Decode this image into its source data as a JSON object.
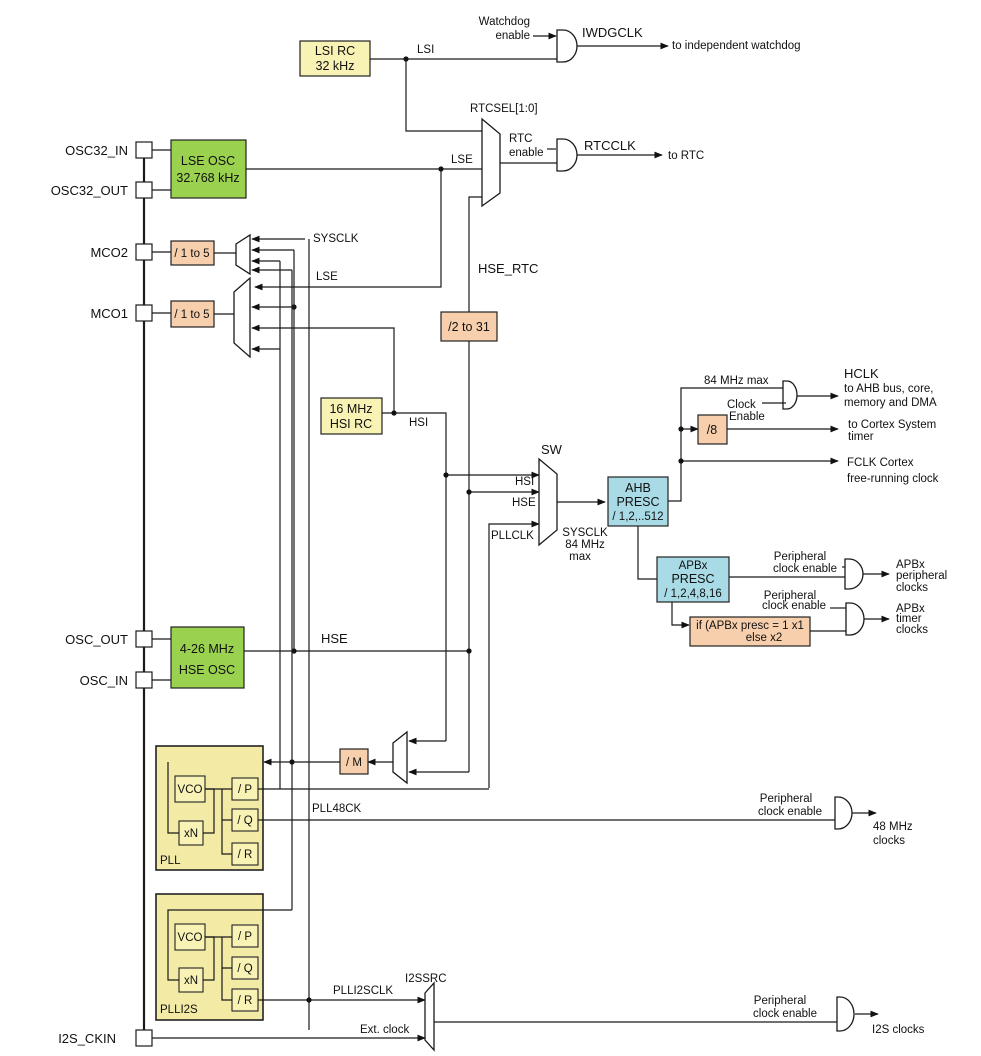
{
  "pins": {
    "osc32_in": "OSC32_IN",
    "osc32_out": "OSC32_OUT",
    "mco2": "MCO2",
    "mco1": "MCO1",
    "osc_out": "OSC_OUT",
    "osc_in": "OSC_IN",
    "i2s_ckin": "I2S_CKIN"
  },
  "blocks": {
    "lsi_rc": [
      "LSI RC",
      "32 kHz"
    ],
    "lse_osc": [
      "LSE OSC",
      "32.768 kHz"
    ],
    "hsi_rc": [
      "16 MHz",
      "HSI RC"
    ],
    "hse_osc": [
      "4-26 MHz",
      "HSE OSC"
    ],
    "mco2_div": "/ 1 to 5",
    "mco1_div": "/ 1 to 5",
    "rtc_div": "/2 to 31",
    "pllm_div": "/ M",
    "ahb_presc": [
      "AHB",
      "PRESC",
      "/ 1,2,..512"
    ],
    "apb_presc": [
      "APBx",
      "PRESC",
      "/ 1,2,4,8,16"
    ],
    "div8": "/8",
    "timer_mult": [
      "if (APBx presc = 1 x1",
      "else  x2"
    ]
  },
  "pll": {
    "label": "PLL",
    "vco": "VCO",
    "xn": "xN",
    "p": "/ P",
    "q": "/ Q",
    "r": "/ R"
  },
  "plli2s": {
    "label": "PLLI2S",
    "vco": "VCO",
    "xn": "xN",
    "p": "/ P",
    "q": "/ Q",
    "r": "/ R"
  },
  "signals": {
    "lsi": "LSI",
    "lse_rtc": "LSE",
    "lse_mco": "LSE",
    "sysclk_mco": "SYSCLK",
    "hse_rtc": "HSE_RTC",
    "rtcsel": "RTCSEL[1:0]",
    "hsi": "HSI",
    "hsi_in": "HSI",
    "hse_in": "HSE",
    "pllclk_in": "PLLCLK",
    "sw": "SW",
    "sysclk": [
      "SYSCLK",
      "84 MHz",
      "max"
    ],
    "hse": "HSE",
    "pll48ck": "PLL48CK",
    "plli2sclk": "PLLI2SCLK",
    "ext_clock": "Ext. clock",
    "i2ssrc": "I2SSRC",
    "ahb_max": "84 MHz max"
  },
  "gates": {
    "watchdog_enable": [
      "Watchdog",
      "enable"
    ],
    "rtc_enable": [
      "RTC",
      "enable"
    ],
    "clock_enable": [
      "Clock",
      "Enable"
    ],
    "periph_enable_apb": [
      "Peripheral",
      "clock enable"
    ],
    "periph_enable_timer": [
      "Peripheral",
      "clock enable"
    ],
    "periph_enable_48": [
      "Peripheral",
      "clock enable"
    ],
    "periph_enable_i2s": [
      "Peripheral",
      "clock enable"
    ]
  },
  "outputs": {
    "iwdgclk": "IWDGCLK",
    "to_iwdg": "to independent watchdog",
    "rtcclk": "RTCCLK",
    "to_rtc": "to RTC",
    "hclk": [
      "HCLK",
      "to AHB bus, core,",
      "memory and DMA"
    ],
    "cortex_timer": [
      "to Cortex System",
      "timer"
    ],
    "fclk": [
      "FCLK Cortex",
      "free-running clock"
    ],
    "apb_periph": [
      "APBx",
      "peripheral",
      "clocks"
    ],
    "apb_timer": [
      "APBx",
      "timer",
      "clocks"
    ],
    "mhz48": [
      "48 MHz",
      "clocks"
    ],
    "i2s": "I2S clocks"
  }
}
